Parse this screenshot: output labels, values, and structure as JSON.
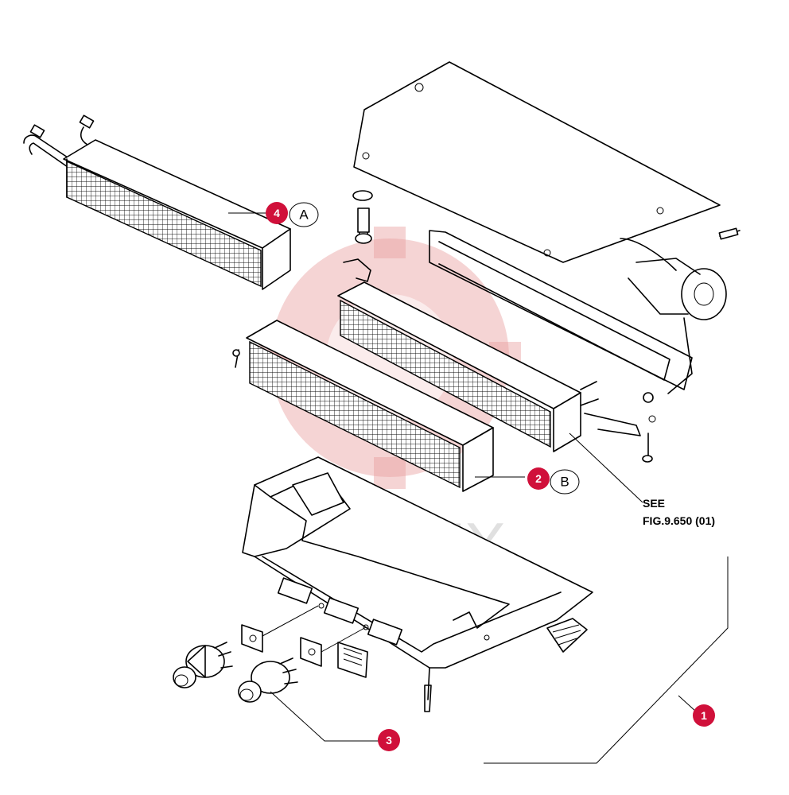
{
  "watermark": {
    "text": "ИНТЕХ"
  },
  "callouts": [
    {
      "number": "1"
    },
    {
      "number": "2",
      "letter": "B"
    },
    {
      "number": "3"
    },
    {
      "number": "4",
      "letter": "A"
    }
  ],
  "reference": {
    "line1": "SEE",
    "line2": "FIG.9.650 (01)"
  },
  "colors": {
    "callout": "#d0103a",
    "watermark": "#e8a0a0"
  }
}
